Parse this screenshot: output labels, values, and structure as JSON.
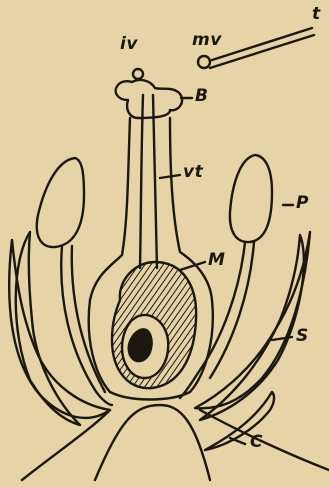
{
  "labels": {
    "t": "t",
    "iv": "iv",
    "mv": "mv",
    "B": "B",
    "vt": "vt",
    "P": "P",
    "M": "M",
    "S": "S",
    "C": "C"
  },
  "colors": {
    "paper": "#e6d3a8",
    "ink": "#1c1810"
  }
}
